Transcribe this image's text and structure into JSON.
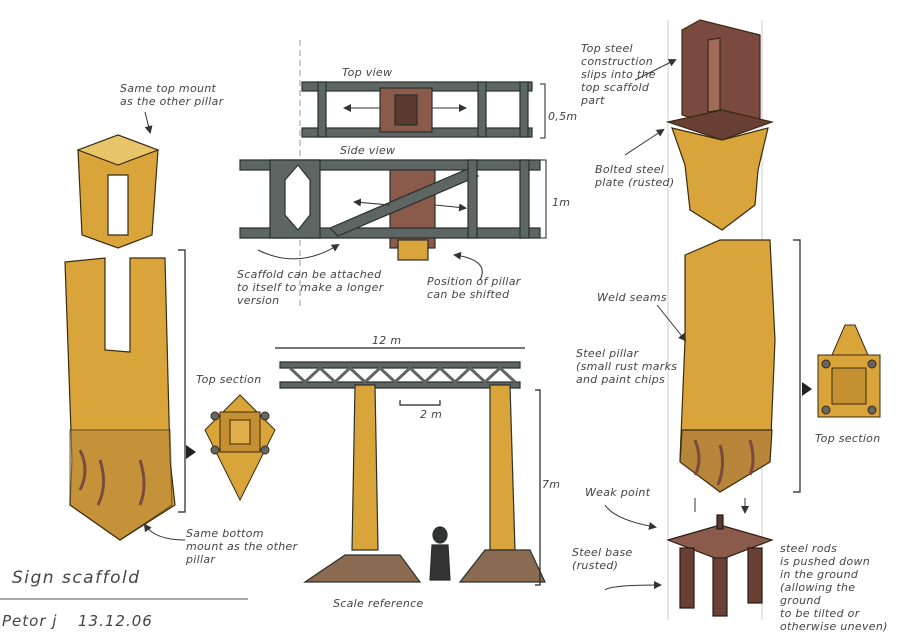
{
  "title": "Sign scaffold",
  "signature": "Petor j",
  "date": "13.12.06",
  "colors": {
    "pillar": "#d9a53a",
    "rust": "#7a4a40",
    "steel": "#5e6663",
    "ink": "#3a3a3a"
  },
  "left_pillar": {
    "top_note": "Same top mount\nas the other pillar",
    "section_label": "Top section",
    "bottom_note": "Same bottom\nmount as the other\npillar"
  },
  "scaffold": {
    "top_view_label": "Top view",
    "top_view_dim": "0,5m",
    "side_view_label": "Side view",
    "side_view_dim": "1m",
    "attach_note": "Scaffold can be attached\nto itself to make a longer\nversion",
    "shift_note": "Position of pillar\ncan be shifted"
  },
  "scale": {
    "width_dim": "12 m",
    "spacing_dim": "2 m",
    "height_dim": "7m",
    "label": "Scale reference"
  },
  "right_pillar": {
    "top_note": "Top steel\nconstruction\nslips into the\ntop scaffold\npart",
    "plate_note": "Bolted steel\nplate (rusted)",
    "weld_note": "Weld seams",
    "pillar_note": "Steel pillar\n(small rust marks\nand paint chips",
    "section_label": "Top section",
    "weak_note": "Weak point",
    "base_note": "Steel base\n(rusted)",
    "rods_note": "steel rods\nis pushed down\nin the ground\n(allowing the ground\nto be tilted or\notherwise uneven)"
  }
}
